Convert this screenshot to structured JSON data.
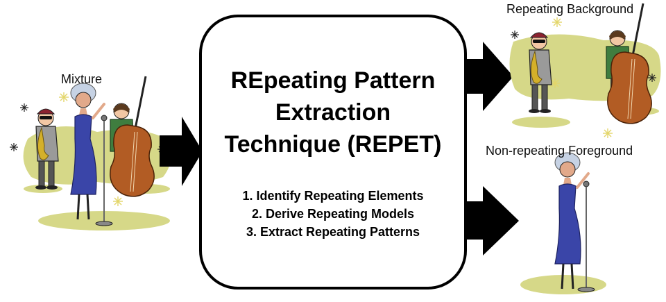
{
  "labels": {
    "mixture": "Mixture",
    "background": "Repeating Background",
    "foreground": "Non-repeating Foreground"
  },
  "technique": {
    "title_lines": [
      "REpeating Pattern",
      "Extraction",
      "Technique (REPET)"
    ],
    "steps": [
      "1. Identify Repeating Elements",
      "2. Derive Repeating Models",
      "3. Extract Repeating Patterns"
    ]
  },
  "colors": {
    "arrow": "#000000",
    "ground": "#d6d888",
    "singer_dress": "#3a45a8",
    "singer_hair": "#c6d2e4",
    "bass_body": "#b25c24",
    "sax_brass": "#d4b02a",
    "sax_player_coat": "#9a9a9a",
    "bassist_sweater": "#3f7d3f"
  }
}
